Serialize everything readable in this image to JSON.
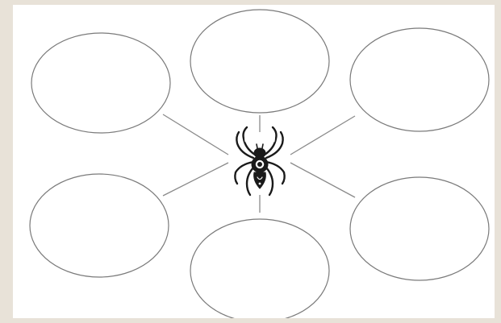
{
  "diagram": {
    "type": "spider-web graphic organizer",
    "center_icon": "spider-icon",
    "bubbles": [
      {
        "position": "top-left",
        "text": ""
      },
      {
        "position": "top-center",
        "text": ""
      },
      {
        "position": "top-right",
        "text": ""
      },
      {
        "position": "bottom-left",
        "text": ""
      },
      {
        "position": "bottom-center",
        "text": ""
      },
      {
        "position": "bottom-right",
        "text": ""
      }
    ],
    "colors": {
      "background": "#e8e2d8",
      "page": "#ffffff",
      "outline": "#7a7a7a",
      "spider": "#1a1a1a"
    }
  }
}
